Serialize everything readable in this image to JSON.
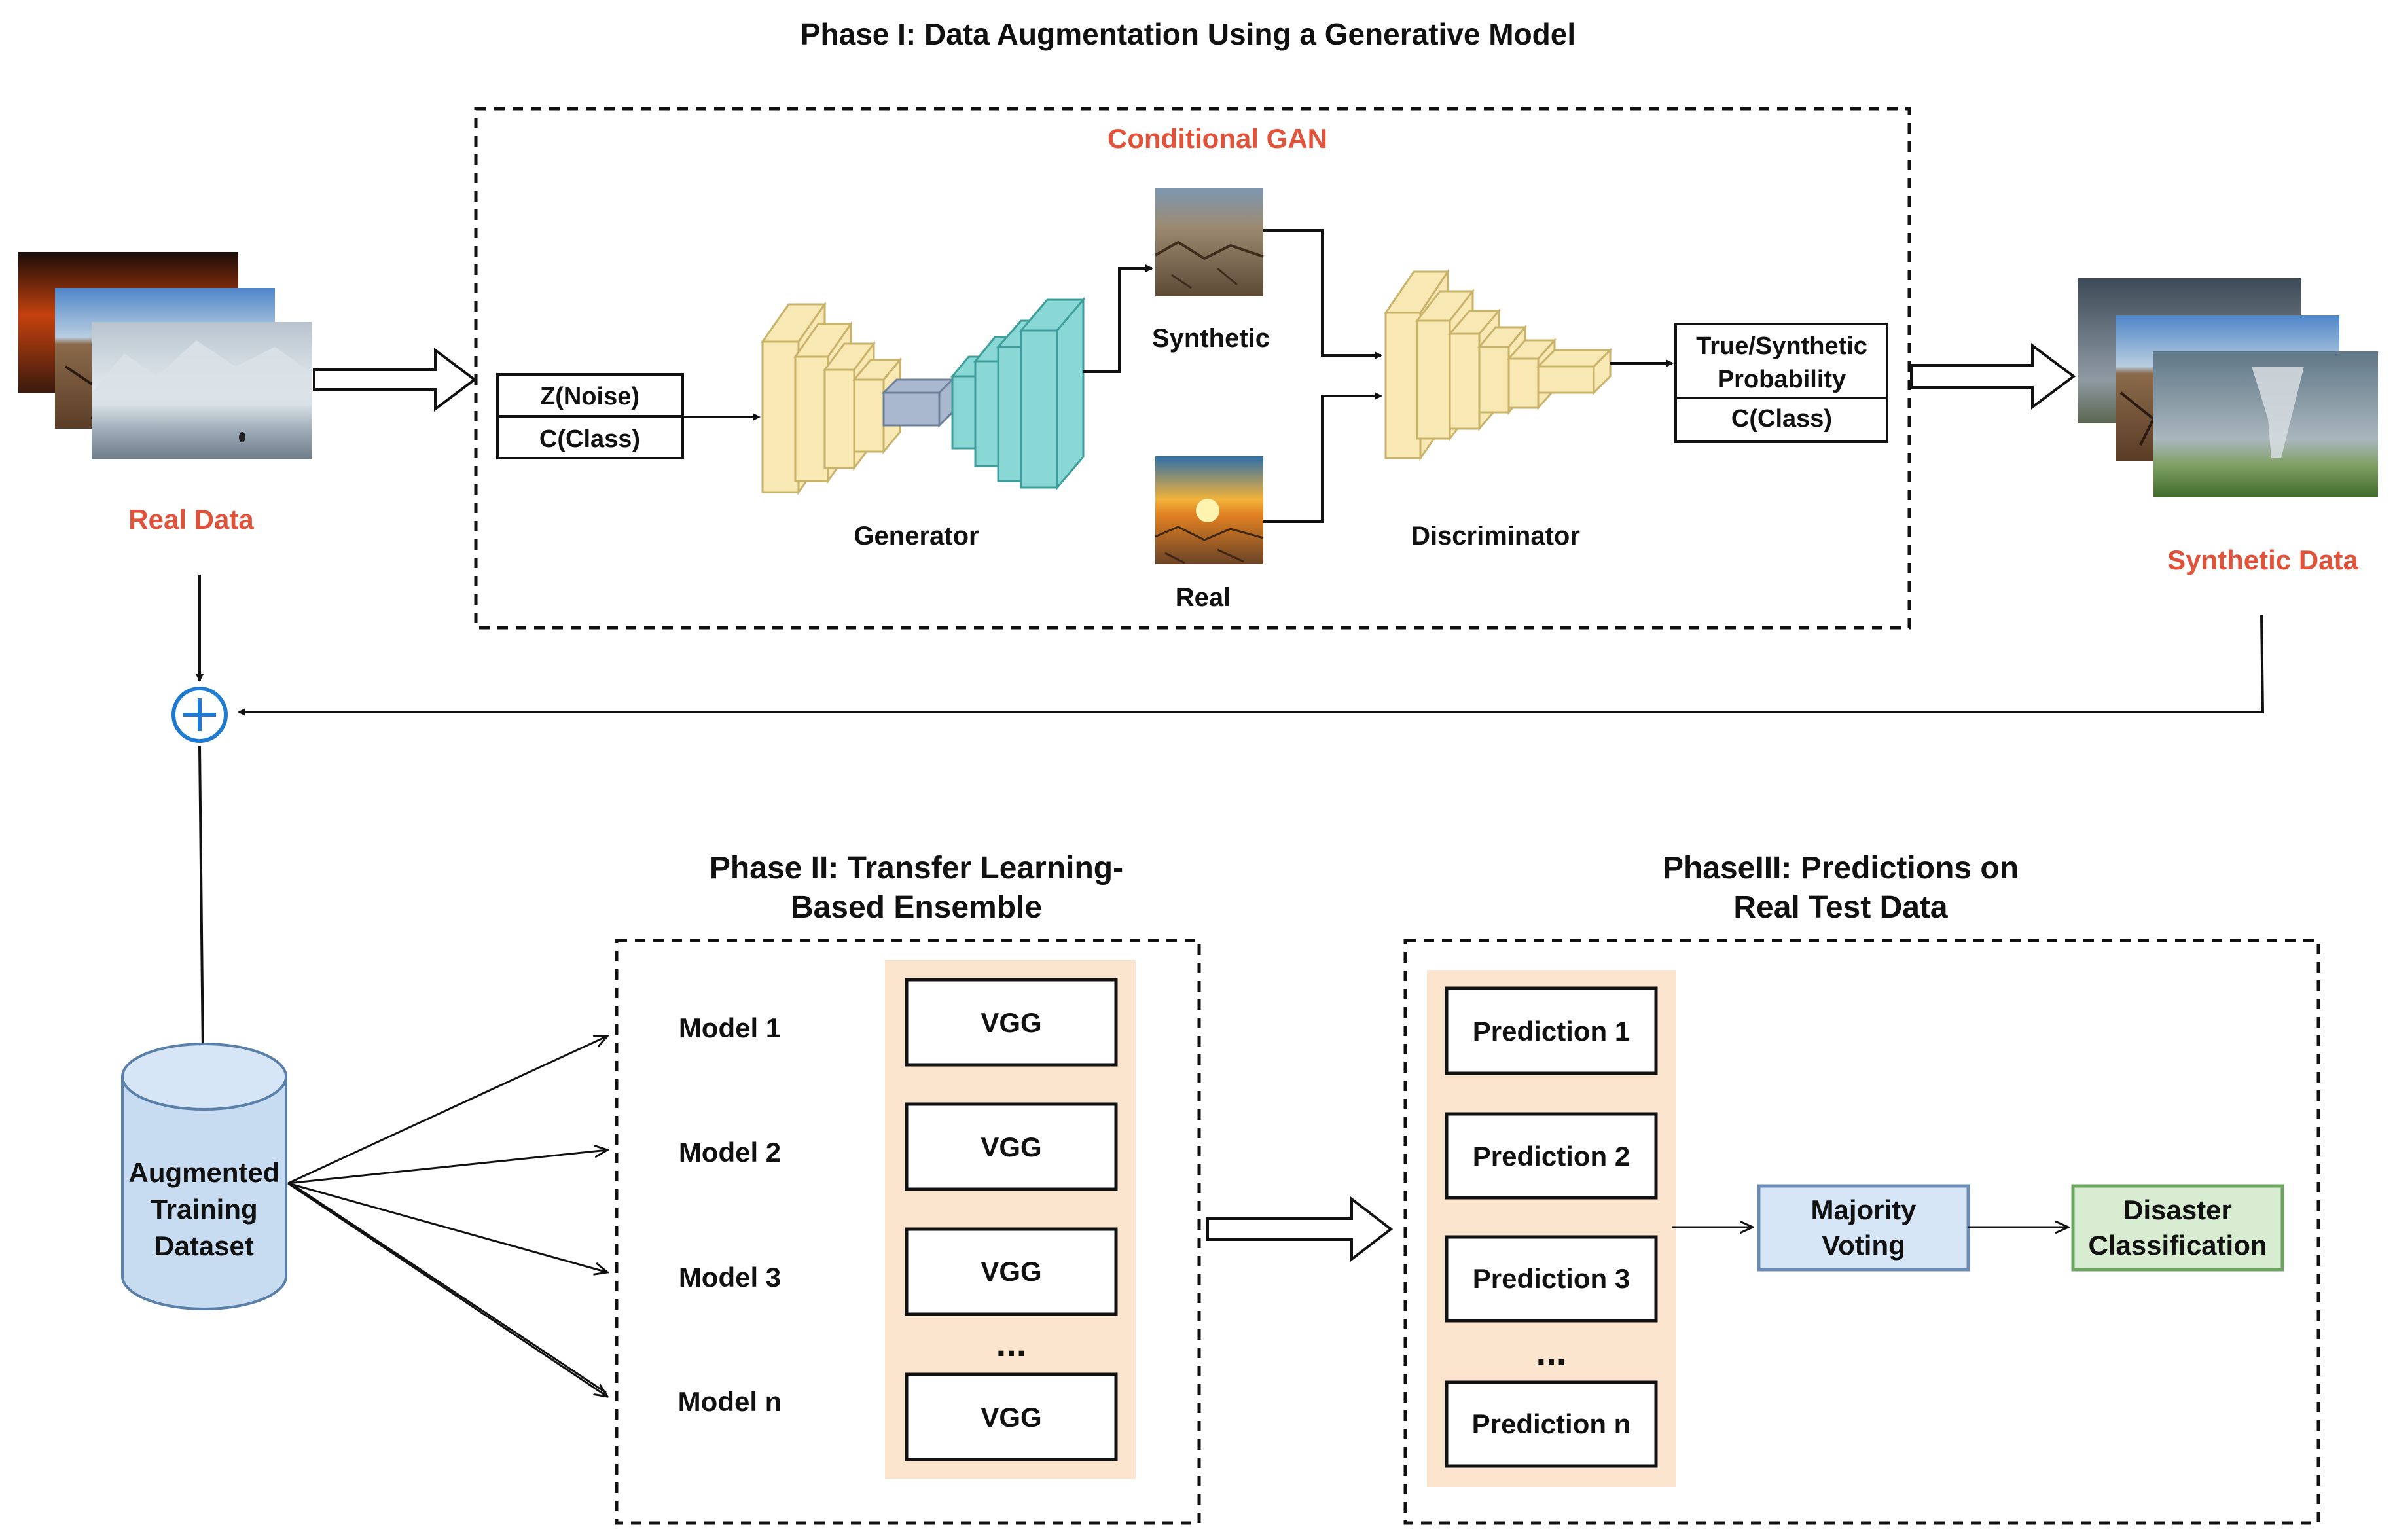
{
  "phase1": {
    "title": "Phase I: Data Augmentation Using a Generative Model",
    "gan_label": "Conditional GAN",
    "real_data_label": "Real Data",
    "synthetic_data_label": "Synthetic Data",
    "inputs": [
      "Z(Noise)",
      "C(Class)"
    ],
    "generator_label": "Generator",
    "discriminator_label": "Discriminator",
    "synthetic_label": "Synthetic",
    "real_label": "Real",
    "output_line1": "True/Synthetic",
    "output_line2": "Probability",
    "output_class": "C(Class)"
  },
  "dataset": {
    "line1": "Augmented",
    "line2": "Training",
    "line3": "Dataset"
  },
  "phase2": {
    "title_line1": "Phase II: Transfer Learning-",
    "title_line2": "Based Ensemble",
    "models": [
      "Model 1",
      "Model 2",
      "Model 3",
      "Model n"
    ],
    "vgg": [
      "VGG",
      "VGG",
      "VGG",
      "VGG"
    ],
    "ellipsis": "..."
  },
  "phase3": {
    "title_line1": "PhaseIII: Predictions on",
    "title_line2": "Real Test Data",
    "predictions": [
      "Prediction 1",
      "Prediction 2",
      "Prediction 3",
      "Prediction n"
    ],
    "ellipsis": "...",
    "voting_line1": "Majority",
    "voting_line2": "Voting",
    "classification_line1": "Disaster",
    "classification_line2": "Classification"
  },
  "colors": {
    "accent_red": "#e0533a",
    "plus_blue": "#1f7bd1",
    "generator_yellow": "#f8e9b4",
    "generator_teal": "#8ad8d6",
    "bottleneck_blue": "#a9b8cf",
    "dataset_blue": "#c7dcf1",
    "ensemble_bg": "#fce5cf",
    "voting_blue": "#d7e6f7",
    "classification_green": "#d8ecd2"
  }
}
